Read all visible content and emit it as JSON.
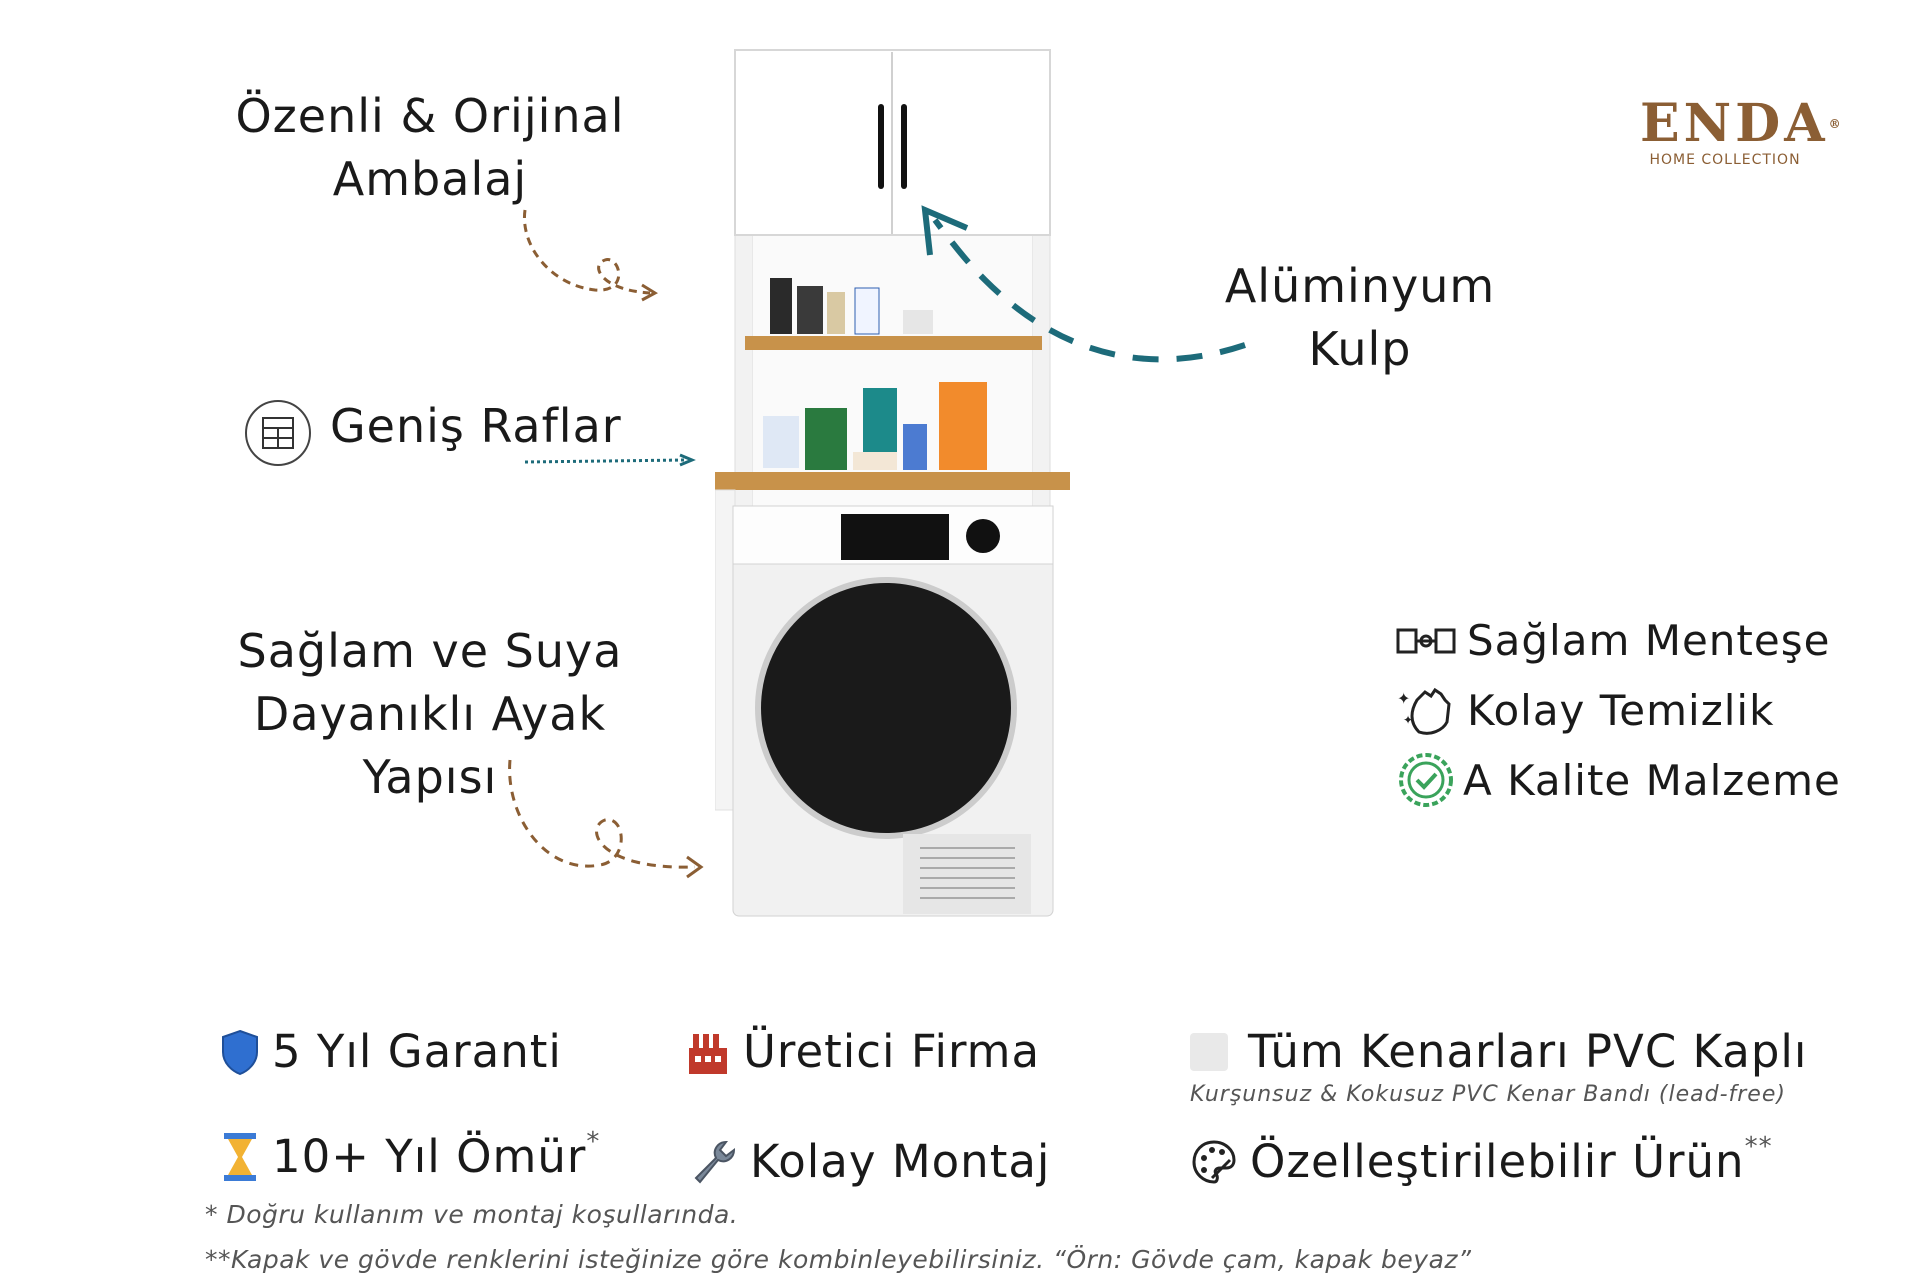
{
  "brand": {
    "name": "ENDA",
    "tagline": "HOME COLLECTION",
    "reg": "®"
  },
  "callouts": {
    "packaging_l1": "Özenli & Orijinal",
    "packaging_l2": "Ambalaj",
    "shelves": "Geniş Raflar",
    "handle_l1": "Alüminyum",
    "handle_l2": "Kulp",
    "legs_l1": "Sağlam ve Suya",
    "legs_l2": "Dayanıklı Ayak",
    "legs_l3": "Yapısı"
  },
  "features": [
    {
      "label": "Sağlam Menteşe",
      "icon": "hinge-icon"
    },
    {
      "label": "Kolay Temizlik",
      "icon": "cleaning-hand-icon"
    },
    {
      "label": "A Kalite Malzeme",
      "icon": "quality-badge-icon"
    }
  ],
  "bottom": {
    "warranty": "5 Yıl Garanti",
    "manufacturer": "Üretici Firma",
    "pvc": "Tüm Kenarları PVC Kaplı",
    "pvc_sub": "Kurşunsuz & Kokusuz PVC Kenar Bandı (lead-free)",
    "lifetime": "10+ Yıl Ömür",
    "lifetime_mark": "*",
    "assembly": "Kolay Montaj",
    "custom": "Özelleştirilebilir Ürün",
    "custom_mark": "**"
  },
  "notes": {
    "n1": "* Doğru kullanım ve montaj koşullarında.",
    "n2": "**Kapak ve gövde renklerini isteğinize göre kombinleyebilirsiniz. “Örn: Gövde çam, kapak beyaz”"
  },
  "colors": {
    "brand_brown": "#8b5e34",
    "arrow_teal": "#1d6b7a",
    "arrow_brown": "#8b5e34",
    "wood": "#c8924a",
    "check_green": "#3aa35b"
  }
}
